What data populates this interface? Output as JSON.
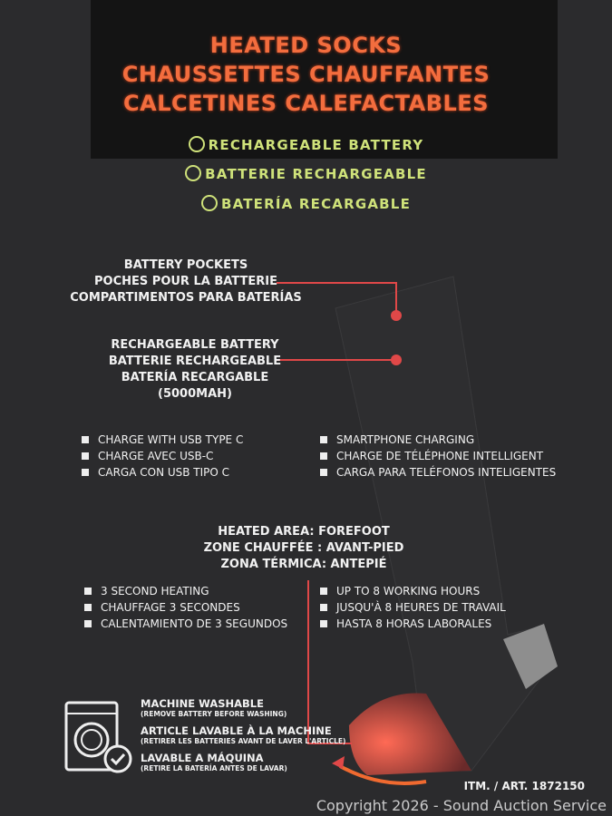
{
  "titles": [
    "HEATED SOCKS",
    "CHAUSSETTES CHAUFFANTES",
    "CALCETINES CALEFACTABLES"
  ],
  "battery_lines": [
    "RECHARGEABLE BATTERY",
    "BATTERIE RECHARGEABLE",
    "BATERÍA RECARGABLE"
  ],
  "pockets": [
    "BATTERY POCKETS",
    "POCHES POUR LA BATTERIE",
    "COMPARTIMENTOS PARA BATERÍAS"
  ],
  "battery": [
    "RECHARGEABLE BATTERY",
    "BATTERIE RECHARGEABLE",
    "BATERÍA RECARGABLE",
    "(5000MAH)"
  ],
  "usb": [
    "CHARGE WITH USB TYPE C",
    "CHARGE AVEC USB-C",
    "CARGA CON USB TIPO C"
  ],
  "phone": [
    "SMARTPHONE CHARGING",
    "CHARGE DE TÉLÉPHONE INTELLIGENT",
    "CARGA PARA TELÉFONOS INTELIGENTES"
  ],
  "heated_area": [
    "HEATED AREA: FOREFOOT",
    "ZONE CHAUFFÉE : AVANT-PIED",
    "ZONA TÉRMICA: ANTEPIÉ"
  ],
  "heating": [
    "3 SECOND HEATING",
    "CHAUFFAGE 3 SECONDES",
    "CALENTAMIENTO DE 3 SEGUNDOS"
  ],
  "hours": [
    "UP TO 8 WORKING HOURS",
    "JUSQU'À 8 HEURES DE TRAVAIL",
    "HASTA 8 HORAS LABORALES"
  ],
  "wash": [
    {
      "title": "MACHINE WASHABLE",
      "note": "(REMOVE BATTERY BEFORE WASHING)"
    },
    {
      "title": "ARTICLE LAVABLE À LA MACHINE",
      "note": "(RETIRER LES BATTERIES AVANT DE LAVER L'ARTICLE)"
    },
    {
      "title": "LAVABLE A MÁQUINA",
      "note": "(RETIRE LA BATERÍA ANTES DE LAVAR)"
    }
  ],
  "item_number": "ITM. / ART. 1872150",
  "copyright": "Copyright 2026 - Sound Auction Service",
  "colors": {
    "title": "#f36d3e",
    "green": "#cfe27a",
    "callout_line": "#e04848",
    "background": "#2b2b2d"
  }
}
